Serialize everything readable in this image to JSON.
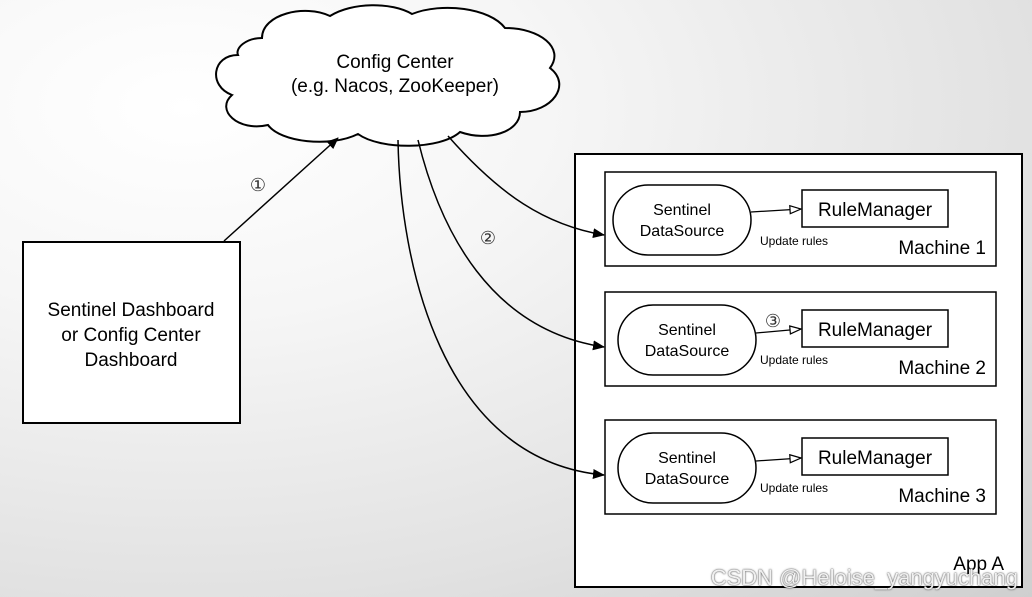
{
  "config_center": {
    "line1": "Config Center",
    "line2": "(e.g. Nacos, ZooKeeper)"
  },
  "dashboard": {
    "line1": "Sentinel Dashboard",
    "line2": "or Config Center",
    "line3": "Dashboard"
  },
  "steps": {
    "one": "①",
    "two": "②",
    "three": "③"
  },
  "app": {
    "label": "App A"
  },
  "machines": [
    {
      "name": "Machine 1",
      "ds_line1": "Sentinel",
      "ds_line2": "DataSource",
      "rule_manager": "RuleManager",
      "update_label": "Update rules"
    },
    {
      "name": "Machine 2",
      "ds_line1": "Sentinel",
      "ds_line2": "DataSource",
      "rule_manager": "RuleManager",
      "update_label": "Update rules"
    },
    {
      "name": "Machine 3",
      "ds_line1": "Sentinel",
      "ds_line2": "DataSource",
      "rule_manager": "RuleManager",
      "update_label": "Update rules"
    }
  ],
  "watermark": "CSDN @Heloise_yangyuchang"
}
